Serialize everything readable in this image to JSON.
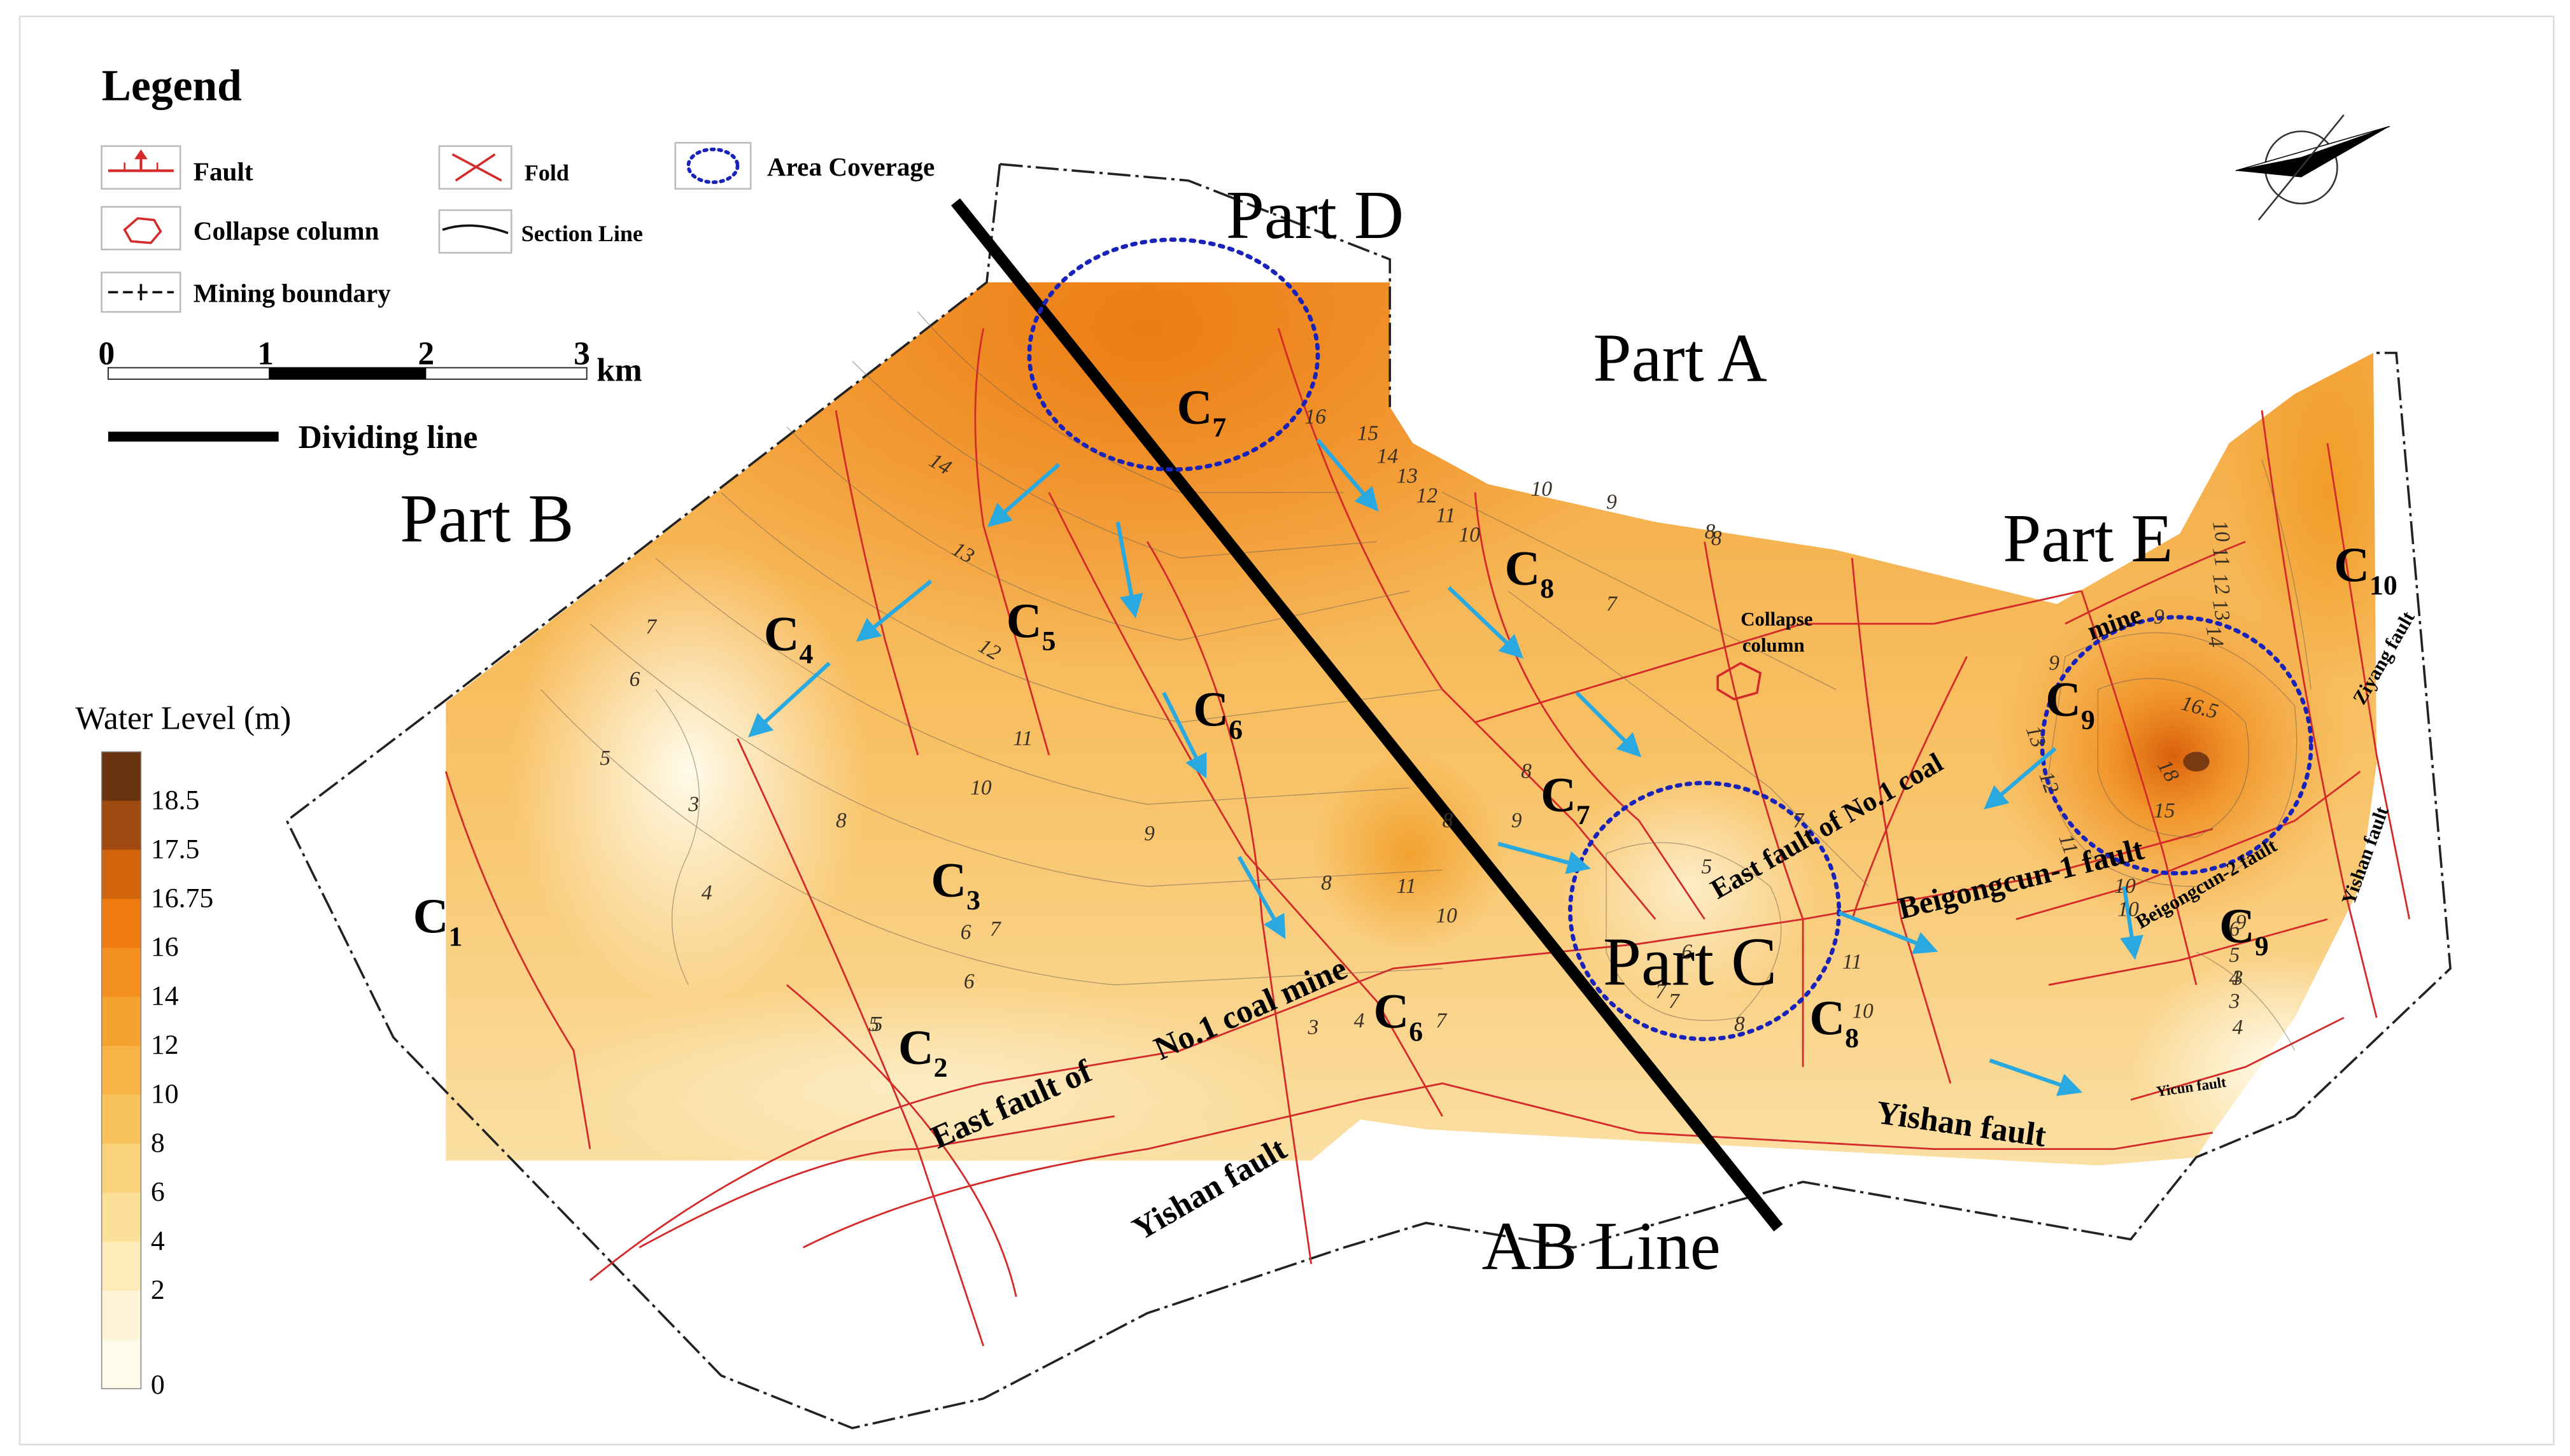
{
  "legend": {
    "title": "Legend",
    "items": {
      "fault": "Fault",
      "fold": "Fold",
      "area_coverage": "Area Coverage",
      "collapse_column": "Collapse column",
      "section_line": "Section Line",
      "mining_boundary": "Mining boundary",
      "dividing_line": "Dividing line"
    },
    "scale": {
      "ticks": [
        "0",
        "1",
        "2",
        "3"
      ],
      "unit": "km"
    }
  },
  "colorbar": {
    "title": "Water Level (m)",
    "labels": [
      "18.5",
      "17.5",
      "16.75",
      "16",
      "14",
      "12",
      "10",
      "8",
      "6",
      "4",
      "2",
      "0"
    ],
    "colors": [
      "#6b3410",
      "#a04a12",
      "#d0630c",
      "#ef7a10",
      "#f3901f",
      "#f5a231",
      "#f7b345",
      "#f8c35d",
      "#fad27a",
      "#fcdf98",
      "#fdebb8",
      "#fef5d6",
      "#fffbea"
    ]
  },
  "parts": {
    "a": "Part A",
    "b": "Part B",
    "c": "Part C",
    "d": "Part D",
    "e": "Part E",
    "ab_line": "AB Line"
  },
  "seams": {
    "c1": {
      "letter": "C",
      "sub": "1"
    },
    "c2": {
      "letter": "C",
      "sub": "2"
    },
    "c3": {
      "letter": "C",
      "sub": "3"
    },
    "c4": {
      "letter": "C",
      "sub": "4"
    },
    "c5": {
      "letter": "C",
      "sub": "5"
    },
    "c6": {
      "letter": "C",
      "sub": "6"
    },
    "c7_top": {
      "letter": "C",
      "sub": "7"
    },
    "c7_mid": {
      "letter": "C",
      "sub": "7"
    },
    "c8_top": {
      "letter": "C",
      "sub": "8"
    },
    "c6_low": {
      "letter": "C",
      "sub": "6"
    },
    "c8_low": {
      "letter": "C",
      "sub": "8"
    },
    "c9_top": {
      "letter": "C",
      "sub": "9"
    },
    "c9_low": {
      "letter": "C",
      "sub": "9"
    },
    "c10": {
      "letter": "C",
      "sub": "10"
    }
  },
  "faults": {
    "east_fault_of": "East fault of",
    "no1_coal_mine": "No.1 coal mine",
    "yishan_fault_left": "Yishan fault",
    "yishan_fault_right": "Yishan fault",
    "east_fault_no1_coal": "East fault of No.1 coal",
    "beigongcun_1": "Beigongcun-1 fault",
    "beigongcun_2": "Beigongcun-2 fault",
    "ziyang": "Ziyang fault",
    "yishan_fault_vertical": "Yishan fault",
    "yicun": "Yicun fault",
    "mine": "mine",
    "collapse_column": [
      "Collapse",
      "column"
    ]
  },
  "contour_labels": [
    "14",
    "13",
    "12",
    "11",
    "10",
    "9",
    "8",
    "7",
    "6",
    "5",
    "4",
    "3",
    "16",
    "15",
    "14",
    "13",
    "12",
    "11",
    "10",
    "10",
    "9",
    "8",
    "7",
    "9",
    "8",
    "7",
    "6",
    "5",
    "11",
    "10",
    "8",
    "7",
    "6",
    "5",
    "4",
    "3",
    "11",
    "10",
    "9",
    "8",
    "7",
    "6",
    "5",
    "4",
    "3",
    "16.5",
    "18",
    "15",
    "13",
    "12",
    "11",
    "10",
    "10",
    "11",
    "12",
    "13",
    "14",
    "9",
    "8",
    "7",
    "6",
    "5",
    "4",
    "3",
    "7",
    "8",
    "9",
    "10"
  ]
}
